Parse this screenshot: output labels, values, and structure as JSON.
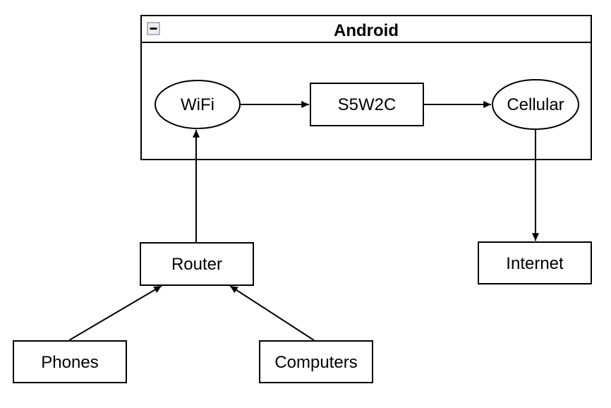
{
  "diagram": {
    "background_color": "#ffffff",
    "stroke_color": "#000000",
    "shape_fill_color": "#ffffff",
    "container": {
      "title": "Android",
      "collapse_icon": "minus"
    },
    "nodes": [
      {
        "id": "wifi",
        "label": "WiFi",
        "shape": "ellipse",
        "inside_container": true
      },
      {
        "id": "s5w2c",
        "label": "S5W2C",
        "shape": "rectangle",
        "inside_container": true
      },
      {
        "id": "cellular",
        "label": "Cellular",
        "shape": "ellipse",
        "inside_container": true
      },
      {
        "id": "router",
        "label": "Router",
        "shape": "rectangle",
        "inside_container": false
      },
      {
        "id": "internet",
        "label": "Internet",
        "shape": "rectangle",
        "inside_container": false
      },
      {
        "id": "phones",
        "label": "Phones",
        "shape": "rectangle",
        "inside_container": false
      },
      {
        "id": "computers",
        "label": "Computers",
        "shape": "rectangle",
        "inside_container": false
      }
    ],
    "edges": [
      {
        "from": "WiFi",
        "to": "S5W2C",
        "direction": "right"
      },
      {
        "from": "S5W2C",
        "to": "Cellular",
        "direction": "right"
      },
      {
        "from": "Router",
        "to": "WiFi",
        "direction": "up"
      },
      {
        "from": "Cellular",
        "to": "Internet",
        "direction": "down"
      },
      {
        "from": "Phones",
        "to": "Router",
        "direction": "up-right"
      },
      {
        "from": "Computers",
        "to": "Router",
        "direction": "up-left"
      }
    ]
  }
}
